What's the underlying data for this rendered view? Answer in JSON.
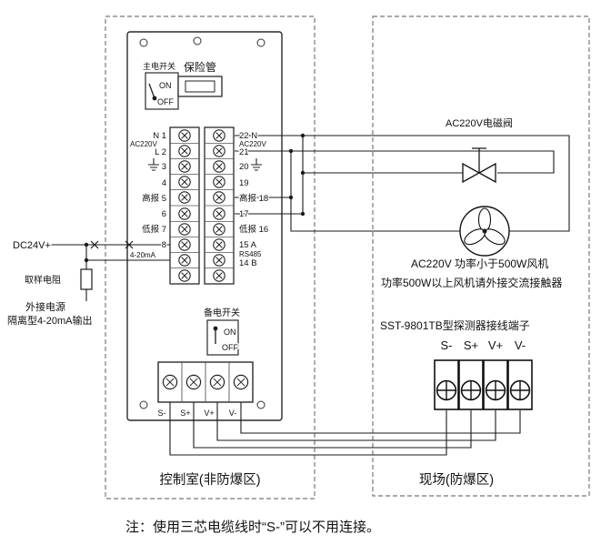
{
  "colors": {
    "line": "#1a1a1a",
    "panel_border": "#2a2a2a",
    "dashed_border": "#787878",
    "background": "#ffffff"
  },
  "zones": {
    "control_room": "控制室(非防爆区)",
    "field": "现场(防爆区)"
  },
  "note": "注：使用三芯电缆线时“S-”可以不用连接。",
  "left": {
    "dc24": "DC24V+",
    "sampling_resistor": "取样电阻",
    "ext_power": "外接电源",
    "iso_output": "隔离型4-20mA输出"
  },
  "panel": {
    "main_switch": {
      "label": "主电开关",
      "on": "ON",
      "off": "OFF"
    },
    "fuse": {
      "label": "保险管"
    },
    "backup_switch": {
      "label": "备电开关",
      "on": "ON",
      "off": "OFF"
    },
    "left_labels": [
      "N 1",
      "AC220V",
      "L 2",
      "3",
      "4",
      "高报 5",
      "6",
      "低报 7",
      "8",
      "4-20mA"
    ],
    "right_labels": [
      "22 N",
      "AC220V",
      "21",
      "20",
      "19",
      "高报 18",
      "17",
      "低报 16",
      "15 A",
      "RS485",
      "14 B"
    ],
    "bottom_terminals": [
      "S-",
      "S+",
      "V+",
      "V-"
    ]
  },
  "field_side": {
    "valve_label": "AC220V电磁阀",
    "fan_note1": "AC220V 功率小于500W风机",
    "fan_note2": "功率500W以上风机请外接交流接触器",
    "detector_title": "SST-9801TB型探测器接线端子",
    "detector_terminals": [
      "S-",
      "S+",
      "V+",
      "V-"
    ]
  }
}
